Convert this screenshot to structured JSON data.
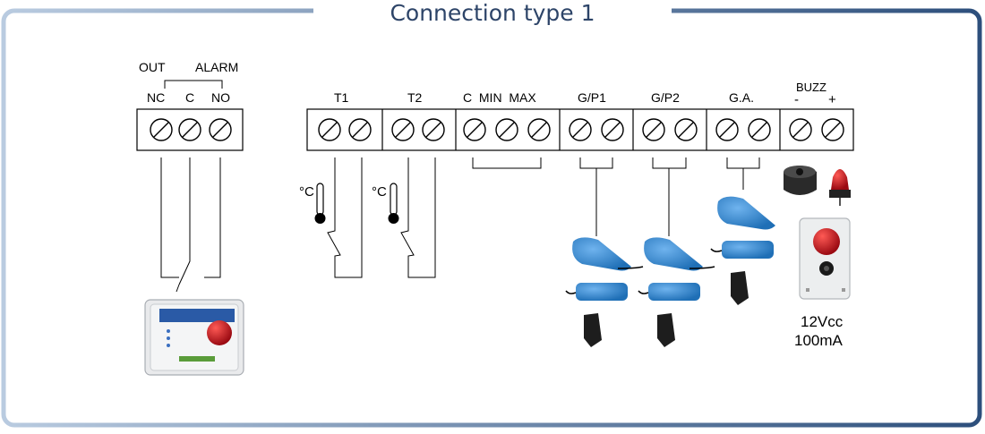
{
  "title": "Connection type 1",
  "alarm_output": {
    "group_labels": [
      "OUT",
      "ALARM"
    ],
    "terminals": [
      "NC",
      "C",
      "NO"
    ]
  },
  "terminal_groups": [
    {
      "label": "T1"
    },
    {
      "label": "T2"
    },
    {
      "label": "C  MIN  MAX"
    },
    {
      "label": "G/P1"
    },
    {
      "label": "G/P2"
    },
    {
      "label": "G.A."
    },
    {
      "label": "BUZZ"
    }
  ],
  "buzz_polarity": [
    "-",
    "+"
  ],
  "thermostat_symbol": "°C",
  "siren_spec": [
    "12Vcc",
    "100mA"
  ],
  "colors": {
    "frame": "#2d4f7c",
    "title": "#2d4468",
    "float_blue": "#2e7fc8",
    "lamp_red": "#c0121c"
  }
}
